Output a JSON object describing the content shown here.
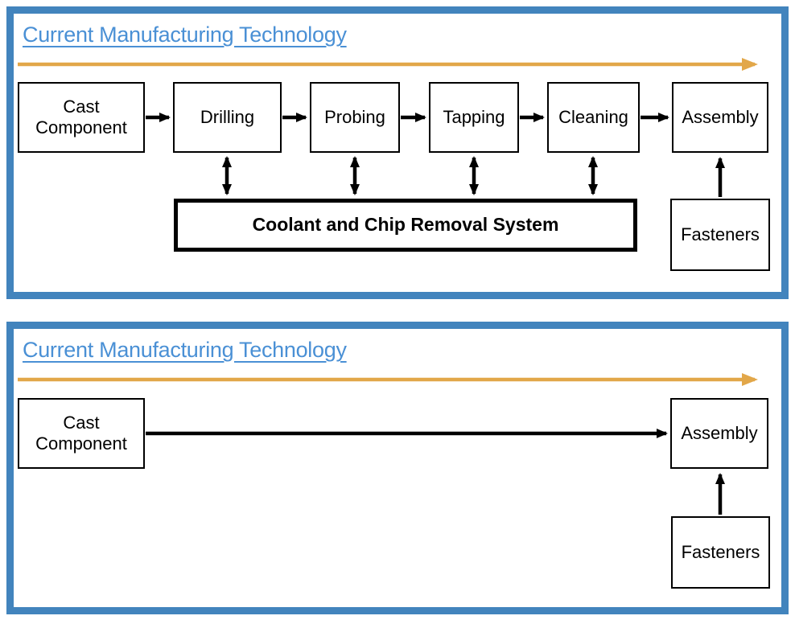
{
  "colors": {
    "panel_border": "#4284BD",
    "title_text": "#4A90D5",
    "timeline_arrow": "#E2A749",
    "diagram_lines": "#000000",
    "box_fill": "#FFFFFF"
  },
  "panel_top": {
    "title": "Current Manufacturing Technology",
    "process_steps": [
      {
        "label": "Cast Component"
      },
      {
        "label": "Drilling"
      },
      {
        "label": "Probing"
      },
      {
        "label": "Tapping"
      },
      {
        "label": "Cleaning"
      },
      {
        "label": "Assembly"
      }
    ],
    "shared_system": {
      "label": "Coolant and Chip Removal System"
    },
    "fasteners": {
      "label": "Fasteners"
    }
  },
  "panel_bottom": {
    "title": "Current Manufacturing Technology",
    "start": {
      "label": "Cast Component"
    },
    "end": {
      "label": "Assembly"
    },
    "fasteners": {
      "label": "Fasteners"
    }
  }
}
